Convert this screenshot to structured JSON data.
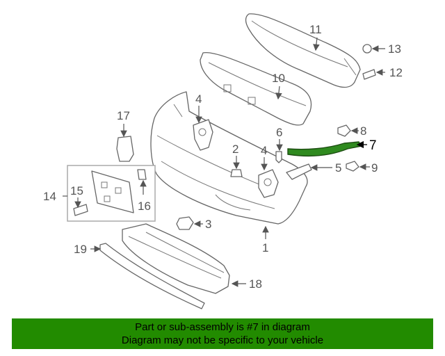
{
  "callouts": {
    "n1": "1",
    "n2": "2",
    "n3": "3",
    "n4a": "4",
    "n4b": "4",
    "n5": "5",
    "n6": "6",
    "n7": "7",
    "n8": "8",
    "n9": "9",
    "n10": "10",
    "n11": "11",
    "n12": "12",
    "n13": "13",
    "n14": "14",
    "n15": "15",
    "n16": "16",
    "n17": "17",
    "n18": "18",
    "n19": "19"
  },
  "highlight_color": "#2f8a1f",
  "banner": {
    "line1": "Part or sub-assembly is #7 in diagram",
    "line2": "Diagram may not be specific to your vehicle",
    "color": "#228b00"
  }
}
